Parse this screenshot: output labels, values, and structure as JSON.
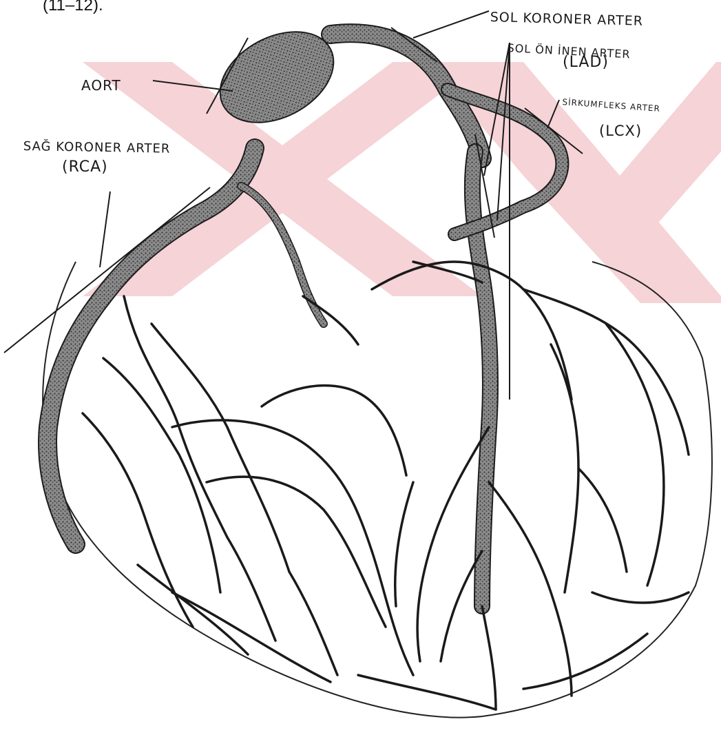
{
  "caption_fragment": "(11–12).",
  "labels": {
    "aort": "AORT",
    "sol_koroner": "SOL KORONER ARTER",
    "lad_name": "SOL ÖN İNEN ARTER",
    "lad_abbr": "(LAD)",
    "lcx_name": "SİRKUMFLEKS ARTER",
    "lcx_abbr": "(LCX)",
    "rca_name": "SAĞ KORONER ARTER",
    "rca_abbr": "(RCA)"
  },
  "colors": {
    "watermark": "#f5d3d7",
    "vessel_fill": "#7a7a7a",
    "vessel_stroke": "#1c1c1c",
    "line": "#1a1a1a"
  }
}
